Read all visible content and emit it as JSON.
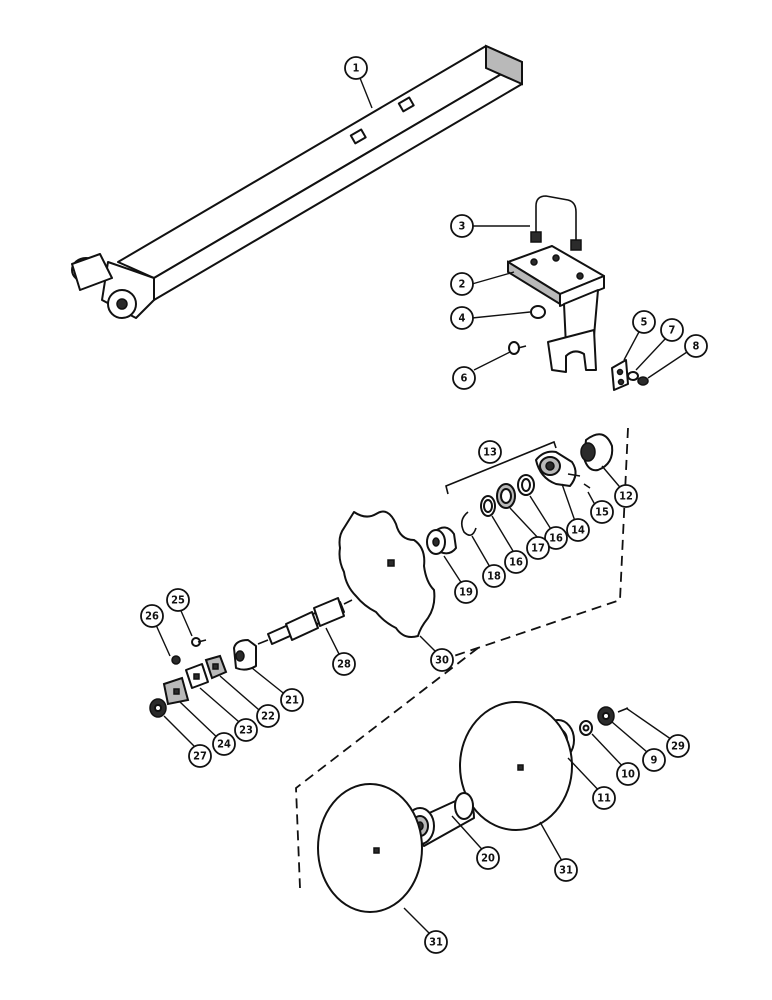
{
  "callouts": [
    {
      "id": "c1",
      "label": "1"
    },
    {
      "id": "c2",
      "label": "2"
    },
    {
      "id": "c3",
      "label": "3"
    },
    {
      "id": "c4",
      "label": "4"
    },
    {
      "id": "c5",
      "label": "5"
    },
    {
      "id": "c6",
      "label": "6"
    },
    {
      "id": "c7",
      "label": "7"
    },
    {
      "id": "c8",
      "label": "8"
    },
    {
      "id": "c12",
      "label": "12"
    },
    {
      "id": "c13",
      "label": "13"
    },
    {
      "id": "c14",
      "label": "14"
    },
    {
      "id": "c15",
      "label": "15"
    },
    {
      "id": "c16a",
      "label": "16"
    },
    {
      "id": "c17",
      "label": "17"
    },
    {
      "id": "c16b",
      "label": "16"
    },
    {
      "id": "c18",
      "label": "18"
    },
    {
      "id": "c19",
      "label": "19"
    },
    {
      "id": "c30",
      "label": "30"
    },
    {
      "id": "c25",
      "label": "25"
    },
    {
      "id": "c26",
      "label": "26"
    },
    {
      "id": "c28",
      "label": "28"
    },
    {
      "id": "c21",
      "label": "21"
    },
    {
      "id": "c22",
      "label": "22"
    },
    {
      "id": "c23",
      "label": "23"
    },
    {
      "id": "c24",
      "label": "24"
    },
    {
      "id": "c27",
      "label": "27"
    },
    {
      "id": "c29",
      "label": "29"
    },
    {
      "id": "c9",
      "label": "9"
    },
    {
      "id": "c10",
      "label": "10"
    },
    {
      "id": "c11",
      "label": "11"
    },
    {
      "id": "c31a",
      "label": "31"
    },
    {
      "id": "c20",
      "label": "20"
    },
    {
      "id": "c31b",
      "label": "31"
    }
  ]
}
